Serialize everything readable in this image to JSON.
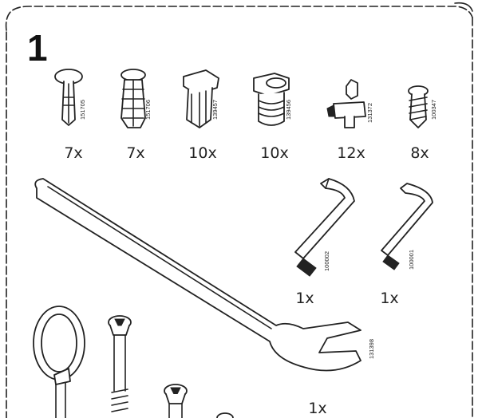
{
  "step": {
    "number": "1"
  },
  "parts": [
    {
      "code": "151705",
      "qty": "7x",
      "icon": "pin-icon"
    },
    {
      "code": "151706",
      "qty": "7x",
      "icon": "dowel-plug-icon"
    },
    {
      "code": "139457",
      "qty": "10x",
      "icon": "shelf-support-icon"
    },
    {
      "code": "139456",
      "qty": "10x",
      "icon": "cam-connector-icon"
    },
    {
      "code": "131372",
      "qty": "12x",
      "icon": "cam-lock-icon"
    },
    {
      "code": "100347",
      "qty": "8x",
      "icon": "screw-icon"
    }
  ],
  "tools": [
    {
      "code": "100002",
      "qty": "1x",
      "icon": "allen-key-large-icon"
    },
    {
      "code": "100001",
      "qty": "1x",
      "icon": "allen-key-small-icon"
    },
    {
      "code": "131398",
      "qty": "1x",
      "icon": "wrench-icon"
    }
  ],
  "other": [
    {
      "icon": "eye-bolt-icon"
    },
    {
      "icon": "long-bolt-icon"
    },
    {
      "icon": "short-bolt-icon"
    }
  ]
}
